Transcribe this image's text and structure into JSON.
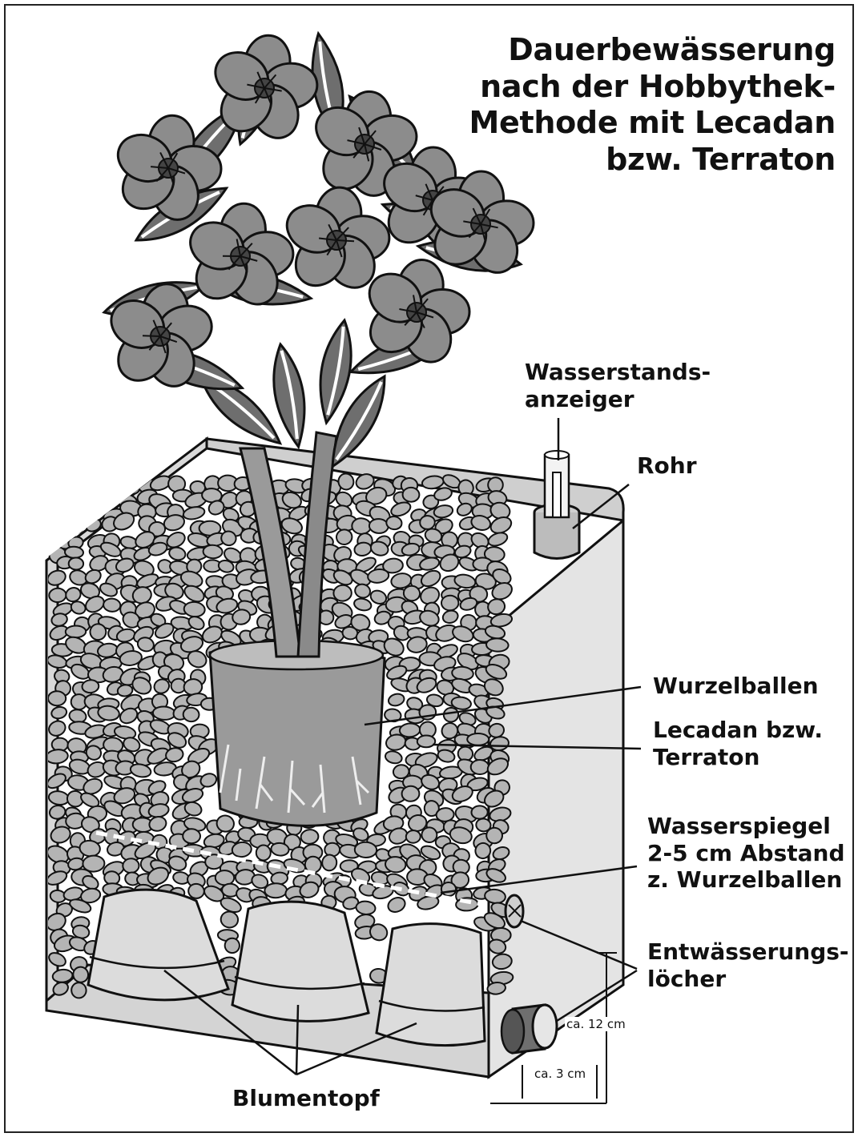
{
  "title": {
    "lines": [
      "Dauerbewässerung",
      "nach der Hobbythek-",
      "Methode mit Lecadan",
      "bzw. Terraton"
    ]
  },
  "labels": {
    "wasserstandsanzeiger": [
      "Wasserstands-",
      "anzeiger"
    ],
    "rohr": "Rohr",
    "wurzelballen": "Wurzelballen",
    "lecadan": [
      "Lecadan bzw.",
      "Terraton"
    ],
    "wasserspiegel": [
      "Wasserspiegel",
      "2-5 cm Abstand",
      "z. Wurzelballen"
    ],
    "entwaesserung": [
      "Entwässerungs-",
      "löcher"
    ],
    "blumentopf": "Blumentopf"
  },
  "dimensions": {
    "height_12": "ca. 12 cm",
    "height_3": "ca. 3 cm"
  },
  "colors": {
    "ink": "#111111",
    "plant_gray": "#8c8c8c",
    "pebble_gray": "#b4b4b4",
    "box_gray": "#e2e2e2",
    "pot_gray": "#dcdcdc",
    "rootball_gray": "#9a9a9a"
  }
}
